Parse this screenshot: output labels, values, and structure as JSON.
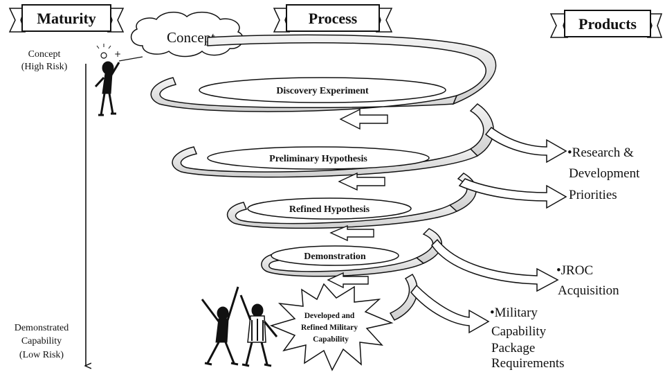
{
  "headers": {
    "maturity": "Maturity",
    "process": "Process",
    "products": "Products"
  },
  "concept_cloud": "Concept",
  "maturity_scale": {
    "top_lines": [
      "Concept",
      "(High Risk)"
    ],
    "bottom_lines": [
      "Demonstrated",
      "Capability",
      "(Low Risk)"
    ]
  },
  "stages": [
    "Discovery Experiment",
    "Preliminary Hypothesis",
    "Refined Hypothesis",
    "Demonstration"
  ],
  "outcome_lines": [
    "Developed and",
    "Refined Military",
    "Capability"
  ],
  "products": {
    "rd": [
      "•Research &",
      "Development",
      "Priorities"
    ],
    "jroc": [
      "•JROC",
      "Acquisition"
    ],
    "mcp": [
      "•Military",
      "Capability",
      "Package",
      "Requirements"
    ]
  }
}
